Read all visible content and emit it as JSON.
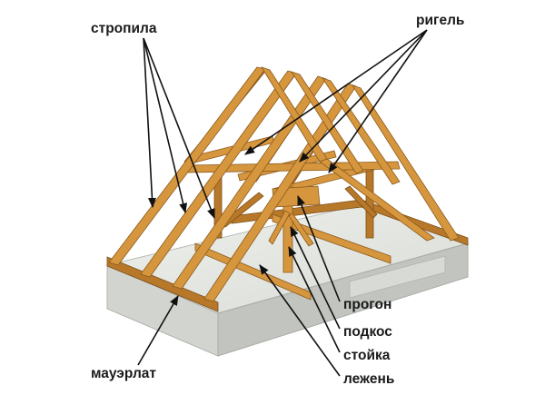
{
  "labels": {
    "rafters": "стропила",
    "collar_tie": "ригель",
    "purlin": "прогон",
    "brace": "подкос",
    "post": "стойка",
    "sill_beam": "лежень",
    "wall_plate": "мауэрлат"
  },
  "colors": {
    "wood": "#d6963e",
    "wood_shadow": "#b8782a",
    "slab_top": "#e4e6e2",
    "slab_side": "#c9ccc7",
    "label_text": "#1a1a1a"
  }
}
